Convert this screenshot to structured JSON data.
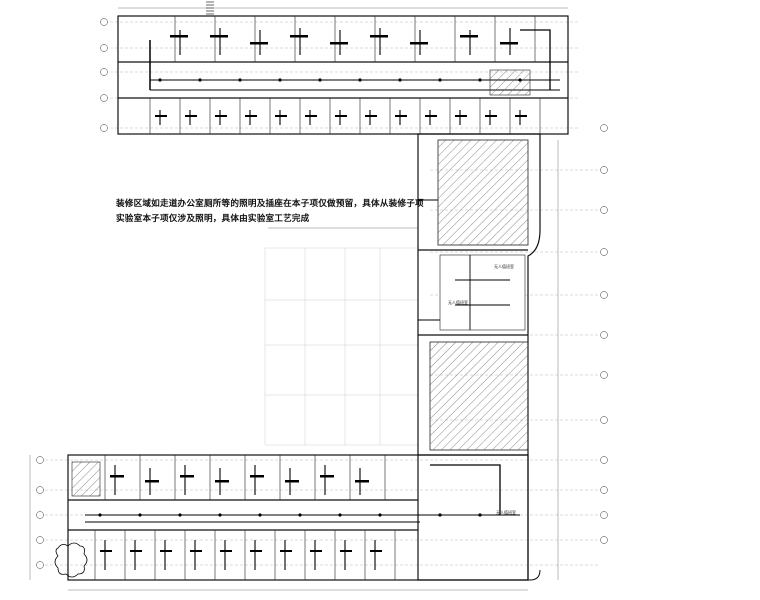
{
  "drawing": {
    "note_lines": [
      "装修区域如走道办公室厕所等的照明及插座在本子项仅做预留，具体从装修子项",
      "实验室本子项仅涉及照明，具体由实验室工艺完成"
    ],
    "room_tags": [
      "无人值班室",
      "无人值班室",
      "无人值班室"
    ]
  }
}
